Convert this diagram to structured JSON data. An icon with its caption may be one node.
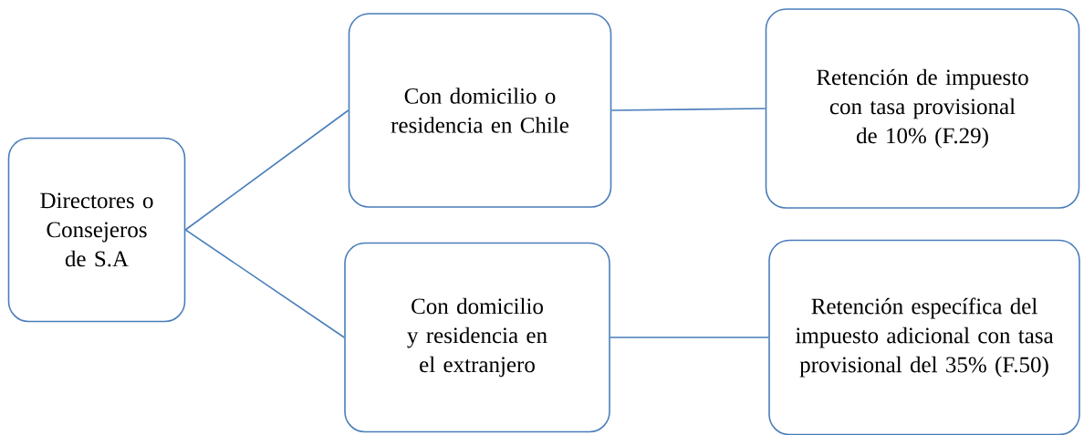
{
  "diagram": {
    "nodes": [
      {
        "text": [
          "Directores o Consejeros de S.A"
        ]
      },
      {
        "text": [
          "Con domicilio o residencia en Chile"
        ]
      },
      {
        "text": [
          "Retención de impuesto con tasa provisional de 10% (F.29)"
        ]
      },
      {
        "text": [
          "Con domicilio y residencia en el extranjero"
        ]
      },
      {
        "text": [
          "Retención específica del impuesto adicional con tasa provisional del 35% (F.50)"
        ]
      }
    ],
    "edges": [
      {
        "from": 0,
        "to": 1,
        "arrow": "none"
      },
      {
        "from": 0,
        "to": 3,
        "arrow": "none"
      },
      {
        "from": 1,
        "to": 2,
        "arrow": "none"
      },
      {
        "from": 3,
        "to": 4,
        "arrow": "none"
      }
    ]
  }
}
